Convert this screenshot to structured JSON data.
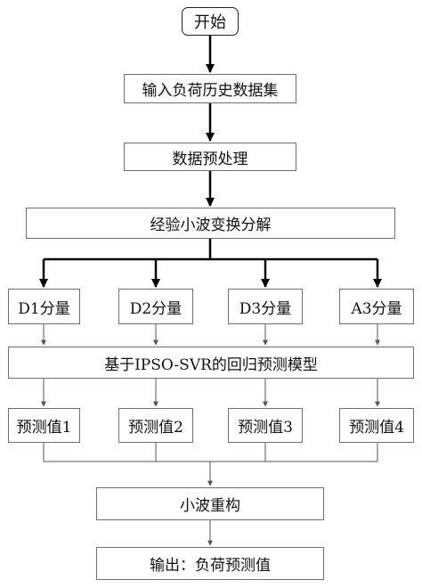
{
  "diagram": {
    "start": "开始",
    "input": "输入负荷历史数据集",
    "preprocess": "数据预处理",
    "decompose": "经验小波变换分解",
    "components": [
      "D1分量",
      "D2分量",
      "D3分量",
      "A3分量"
    ],
    "model": "基于IPSO-SVR的回归预测模型",
    "predictions": [
      "预测值1",
      "预测值2",
      "预测值3",
      "预测值4"
    ],
    "reconstruct": "小波重构",
    "output": "输出：负荷预测值"
  },
  "colors": {
    "bold_line": "#000000",
    "thin_line": "#555555",
    "box_border": "#6f6f6f",
    "text": "#111111"
  }
}
